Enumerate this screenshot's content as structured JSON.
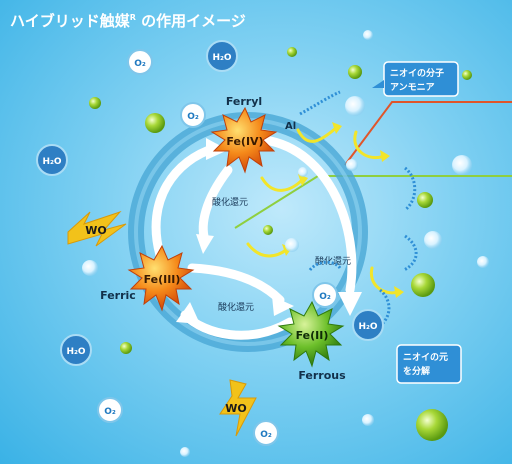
{
  "title": "ハイブリッド触媒",
  "title_mark": "R",
  "title_suffix": "の作用イメージ",
  "states": {
    "ferryl": {
      "name": "Ferryl",
      "formula": "Fe(IV)"
    },
    "ferric": {
      "name": "Ferric",
      "formula": "Fe(III)"
    },
    "ferrous": {
      "name": "Ferrous",
      "formula": "Fe(II)"
    }
  },
  "reaction_labels": {
    "redox_top": "酸化還元",
    "redox_right": "酸化還元",
    "redox_bottom": "酸化還元"
  },
  "al_label": "Al",
  "callouts": {
    "odor_molecules": [
      "ニオイの分子",
      "アンモニア"
    ],
    "decompose": [
      "ニオイの元",
      "を分解"
    ]
  },
  "molecules": {
    "o2": "O₂",
    "h2o": "H₂O",
    "wo": "WO"
  },
  "colors": {
    "ring": "#4aa7d6",
    "arrow": "#ffffff",
    "yellow": "#f2e52a",
    "line_red": "#e0552a",
    "line_green": "#8fcf3f"
  }
}
